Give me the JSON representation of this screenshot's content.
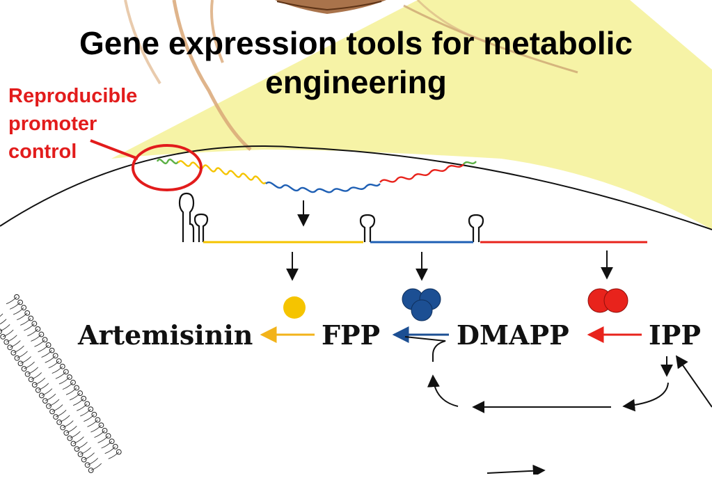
{
  "slide": {
    "title_line1": "Gene expression tools for metabolic",
    "title_line2": "engineering",
    "annotation_lines": [
      "Reproducible",
      "promoter",
      "control"
    ]
  },
  "pathway": {
    "metabolites": [
      "Artemisinin",
      "FPP",
      "DMAPP",
      "IPP"
    ]
  },
  "colors": {
    "annotation_red": "#e21c1c",
    "cell_zoom_yellow": "#f6f3a6",
    "yellow_gene": "#f5c400",
    "blue_gene": "#1e5fb4",
    "red_gene": "#e8231c",
    "green_dna": "#5bb045",
    "orange_pathway": "#f2b31a",
    "navy_pathway": "#1c4f93",
    "red_pathway": "#e8231c"
  },
  "icons": [
    "yeast-cell-illustration",
    "dna-helix-icon",
    "terminator-hairpin-icon",
    "enzyme-monomer-icon",
    "enzyme-trimer-icon",
    "enzyme-dimer-icon",
    "cell-membrane-bilayer-icon"
  ]
}
